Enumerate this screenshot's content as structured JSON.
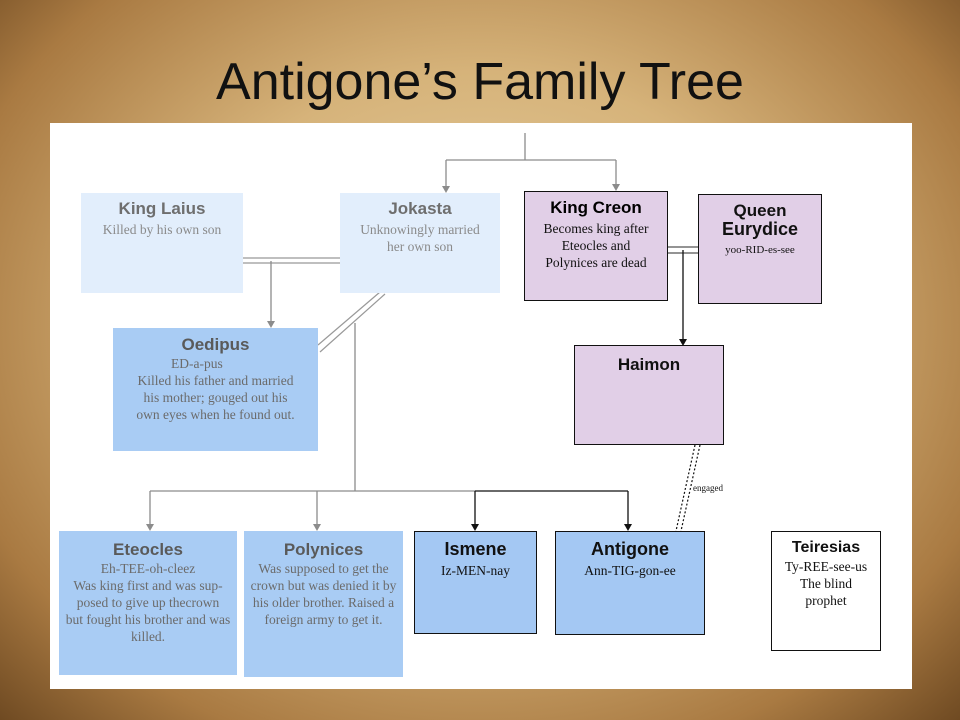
{
  "title": "Antigone’s Family Tree",
  "people": {
    "laius": {
      "name": "King Laius",
      "lines": [
        "Killed by his own son"
      ],
      "gender": "male"
    },
    "jokasta": {
      "name": "Jokasta",
      "lines": [
        "Unknowingly married",
        "her own son"
      ],
      "gender": "female"
    },
    "creon": {
      "name": "King Creon",
      "lines": [
        "Becomes king after",
        "Eteocles and",
        "Polynices are dead"
      ],
      "gender": "male"
    },
    "eurydice": {
      "name_line1": "Queen",
      "name_line2": "Eurydice",
      "lines": [
        "yoo-RID-es-see"
      ],
      "gender": "female"
    },
    "oedipus": {
      "name": "Oedipus",
      "lines": [
        "ED-a-pus",
        "Killed his father and married",
        "his mother; gouged out his",
        "own eyes when he found out."
      ],
      "gender": "male"
    },
    "haimon": {
      "name": "Haimon",
      "lines": [],
      "gender": "male"
    },
    "eteocles": {
      "name": "Eteocles",
      "lines": [
        "Eh-TEE-oh-cleez",
        "Was king first and was sup-",
        "posed to give up thecrown",
        "but fought his brother and was",
        "killed."
      ],
      "gender": "male"
    },
    "polynices": {
      "name": "Polynices",
      "lines": [
        "Was supposed to get the",
        "crown but was denied it by",
        "his older brother. Raised a",
        "foreign army to get it."
      ],
      "gender": "male"
    },
    "ismene": {
      "name": "Ismene",
      "lines": [
        "Iz-MEN-nay"
      ],
      "gender": "female"
    },
    "antigone": {
      "name": "Antigone",
      "lines": [
        "Ann-TIG-gon-ee"
      ],
      "gender": "female"
    },
    "teiresias": {
      "name": "Teiresias",
      "lines": [
        "Ty-REE-see-us",
        "The blind",
        "prophet"
      ],
      "gender": "male"
    }
  },
  "relations": {
    "engaged_label": "engaged"
  },
  "colors": {
    "male_symbol": "#3a8fd6",
    "female_symbol": "#e0558a",
    "faded_box": "#e2eefc",
    "blue_box": "#a4c8f3",
    "purple_box": "#e1cfe7"
  }
}
